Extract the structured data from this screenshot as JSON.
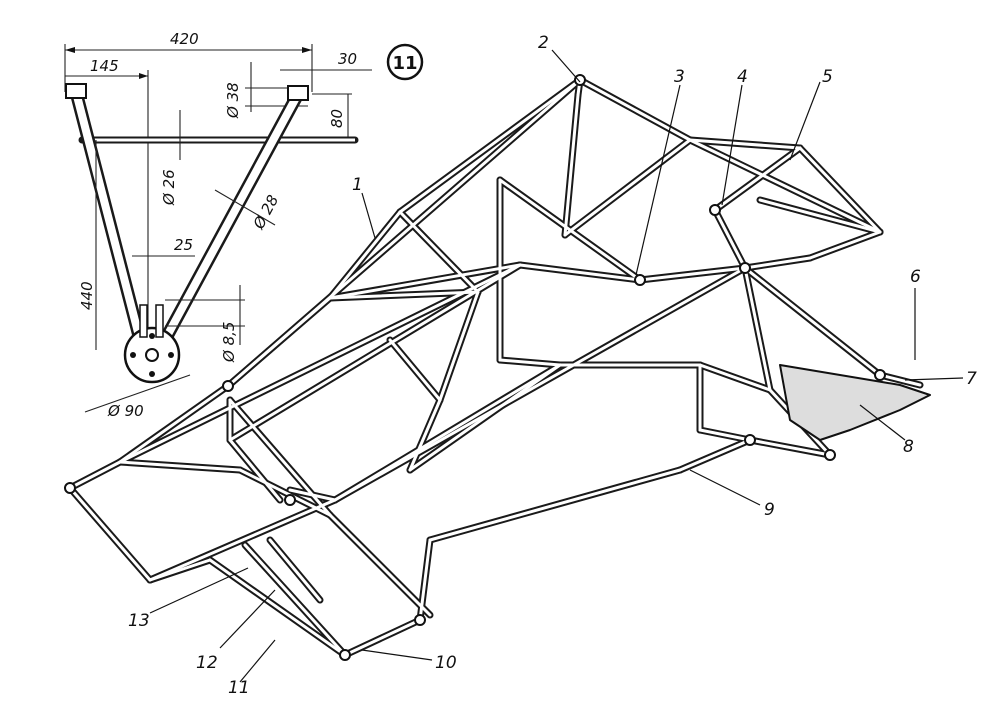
{
  "detail": {
    "number": "11",
    "dimensions": {
      "width": "420",
      "offset": "145",
      "top": "30",
      "tube_dia_top": "Ø 38",
      "height_top": "80",
      "tube_dia_26": "Ø 26",
      "tube_dia_28": "Ø 28",
      "gap": "25",
      "height": "440",
      "hole_dia": "Ø 8,5",
      "disc_dia": "Ø 90"
    }
  },
  "callouts": [
    "1",
    "2",
    "3",
    "4",
    "5",
    "6",
    "7",
    "8",
    "9",
    "10",
    "11",
    "12",
    "13"
  ]
}
